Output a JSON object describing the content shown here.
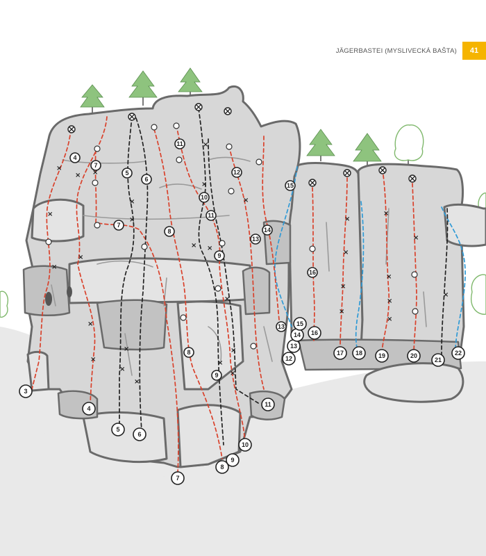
{
  "header": {
    "title": "JÄGERBASTEI (MYSLIVECKÁ BAŠTA)",
    "page_number": "41",
    "accent_color": "#f5b400"
  },
  "colors": {
    "route_red": "#d9412b",
    "route_black": "#222222",
    "route_blue": "#2f9ad6"
  },
  "topo": {
    "route_numbers": [
      "3",
      "4",
      "5",
      "6",
      "7",
      "8",
      "9",
      "10",
      "11",
      "12",
      "13",
      "14",
      "15",
      "16",
      "17",
      "18",
      "19",
      "20",
      "21",
      "22"
    ]
  }
}
